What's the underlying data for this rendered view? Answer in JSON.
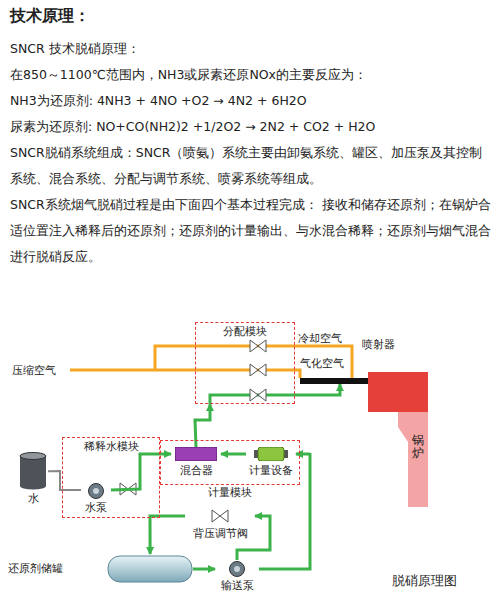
{
  "diagram": {
    "title": "技术原理：",
    "caption": "脱硝原理图",
    "nodes": [
      {
        "text": [
          "分配模块"
        ]
      },
      {
        "text": [
          "稀释水模块"
        ]
      },
      {
        "text": [
          "水泵"
        ],
        "in": 1
      },
      {
        "text": [
          "计量模块"
        ]
      },
      {
        "text": [
          "混合器"
        ],
        "in": 3
      },
      {
        "text": [
          "计量设备"
        ],
        "in": 3
      },
      {
        "text": [
          "水"
        ]
      },
      {
        "text": [
          "还原剂储罐"
        ]
      },
      {
        "text": [
          "输送泵"
        ]
      },
      {
        "text": [
          "背压调节阀"
        ]
      },
      {
        "text": [
          "喷射器"
        ]
      },
      {
        "text": [
          "锅炉"
        ]
      }
    ],
    "edges": [
      {
        "from": 6,
        "to": 2,
        "arrow": "none"
      },
      {
        "from": 2,
        "to": 4,
        "arrow": "to"
      },
      {
        "from": 5,
        "to": 4,
        "arrow": "to"
      },
      {
        "from": 4,
        "to": 0,
        "arrow": "to"
      },
      {
        "from": 8,
        "to": 5,
        "arrow": "to"
      },
      {
        "from": 7,
        "to": 8,
        "arrow": "to"
      },
      {
        "from": 8,
        "to": 9,
        "arrow": "to"
      },
      {
        "from": 9,
        "to": 7,
        "arrow": "to"
      },
      {
        "from": 0,
        "to": 10,
        "arrow": "to"
      }
    ],
    "labels": [
      "SNCR 技术脱硝原理：",
      "在850～1100℃范围内，NH3或尿素还原NOx的主要反应为：",
      "NH3为还原剂: 4NH3 + 4NO +O2 → 4N2 + 6H2O",
      "尿素为还原剂: NO+CO(NH2)2 +1/2O2 → 2N2 + CO2 + H2O",
      "SNCR脱硝系统组成：SNCR（喷氨）系统主要由卸氨系统、罐区、加压泵及其控制系统、混合系统、分配与调节系统、喷雾系统等组成。",
      "SNCR系统烟气脱硝过程是由下面四个基本过程完成： 接收和储存还原剂；在锅炉合适位置注入稀释后的还原剂；还原剂的计量输出、与水混合稀释；还原剂与烟气混合进行脱硝反应。",
      "压缩空气",
      "冷却空气",
      "气化空气"
    ]
  }
}
